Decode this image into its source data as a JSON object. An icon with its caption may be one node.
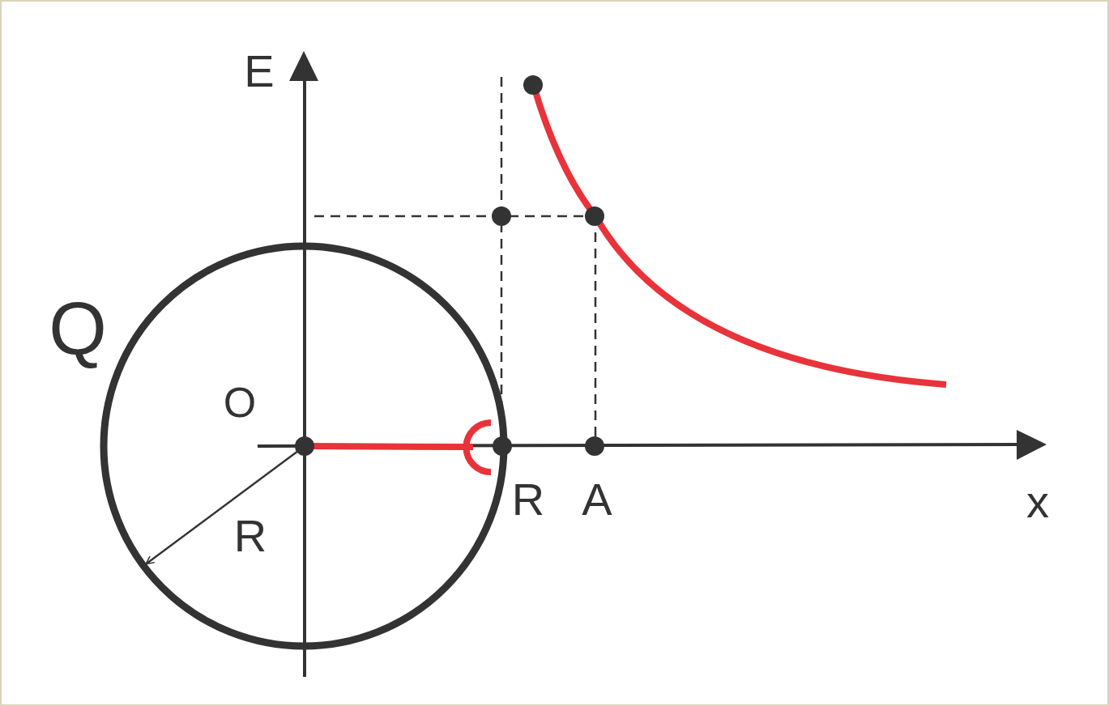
{
  "diagram": {
    "labels": [
      "E",
      "Q",
      "O",
      "R",
      "A",
      "x",
      "R"
    ]
  }
}
